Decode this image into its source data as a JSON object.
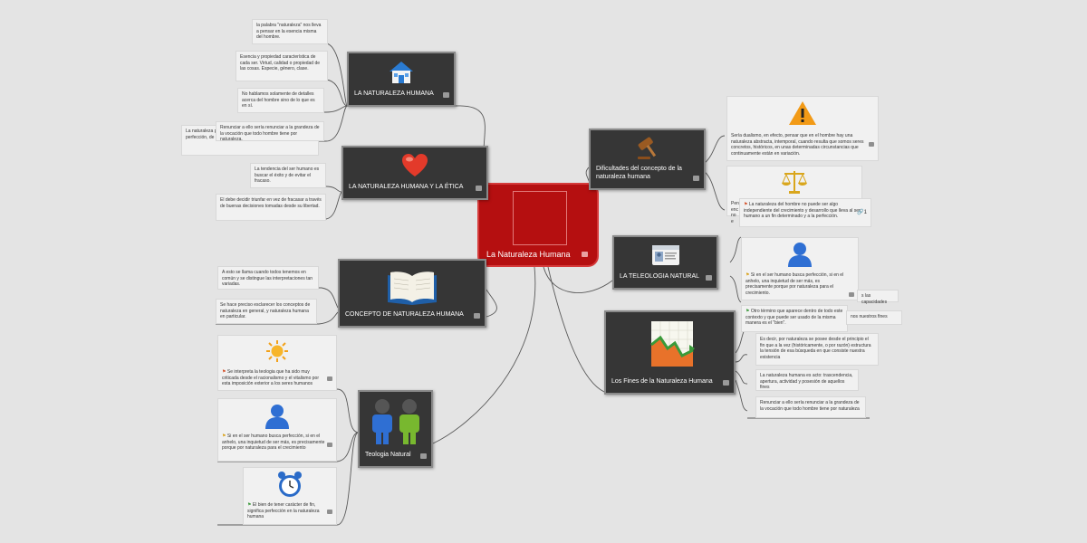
{
  "central": {
    "label": "La Naturaleza Humana"
  },
  "topics": {
    "naturaleza": {
      "label": "LA NATURALEZA HUMANA",
      "icon": "house-icon"
    },
    "etica": {
      "label": "LA NATURALEZA HUMANA Y LA ÉTICA",
      "icon": "heart-icon"
    },
    "concepto": {
      "label": "CONCEPTO DE NATURALEZA HUMANA",
      "icon": "book-icon"
    },
    "teologia": {
      "label": "Teologia Natural",
      "icon": "people-icon"
    },
    "dificultades": {
      "label": "Dificultades del concepto de la naturaleza humana",
      "icon": "gavel-icon"
    },
    "teleologia": {
      "label": "LA TELEOLOGIA NATURAL",
      "icon": "id-card-icon"
    },
    "fines": {
      "label": "Los Fines de la Naturaleza Humana",
      "icon": "chart-icon"
    }
  },
  "notes": {
    "n1": "la palabra \"naturaleza\" nos lleva a pensar en la esencia misma del hombre.",
    "n2": "Esencia y propiedad característica de cada ser. Virtud, calidad o propiedad de las cosas. Especie, género, clase.",
    "n3": "No hablamos solamente de detalles acerca del hombre sino de lo que es en sí.",
    "n4a": "La naturaleza propio, a no c la tensión del anhelo de perfección, de excelencia, que hay en ella.",
    "n4b": "Renunciar a ello sería renunciar a la grandeza de la vocación que todo hombre tiene por naturaleza.",
    "n5": "La tendencia del ser humano es buscar el éxito y de evitar el fracaso.",
    "n6": "El debe decidir triunfar en vez de fracasar a través de buenas decisiones tomadas desde su libertad.",
    "n7": "A esto se llama cuando todos tenemos en común y se distingue las interpretaciones tan variadas.",
    "n8": "Se hace preciso esclarecer los conceptos de naturaleza en general, y naturaleza humana en particular.",
    "n9": "Se interpreta la teologia que ha sido muy criticada desde el racionalismo y el vitalismo por esta imposición exterior a los seres humanos",
    "n10": "Si en el ser humano busca perfección, si en el anhelo, una inquietud de ser más, es precisamente porque por naturaleza para el crecimiento",
    "n11": "El bien de tener carácter de fin, significa perfección en la naturaleza humana",
    "n12": "Sería dualismo, en efecto, pensar que en el hombre hay una naturaleza abstracta, intemporal, cuando resulta que somos seres concretos, históricos, en unas determinadas circunstancias que continuamente están en variación.",
    "n13": "Pen enc no e",
    "n13b": "La naturaleza del hombre no puede ser algo independiente del crecimiento y desarrollo que lleva al ser humano a un fin determinado y a la perfección.",
    "n13b_count": "1",
    "n14": "Si en el ser humano busca perfección, si en el anhelo, una inquietud de ser más, es precisamente porque por naturaleza para el crecimiento.",
    "n14b": "s las capacidades",
    "n15": "Otro término que aparece dentro de todo este contexto y que puede ser usado de la misma manera es el \"bien\".",
    "n15b": "nos nuestros fines",
    "n16": "Es decir, por naturaleza se posee desde el principio el fin que a la vez (históricamente, o por razón) estructura la tensión de esa búsqueda en que consiste nuestra existencia",
    "n17": "La naturaleza humana es acto: trascendencia, apertura, actividad y posesión de aquellos fines",
    "n18": "Renunciar a ello sería renunciar a la grandeza de la vocación que todo hombre tiene por naturaleza"
  },
  "colors": {
    "central": "#b50f10",
    "topic": "#363636",
    "link": "#555555"
  }
}
